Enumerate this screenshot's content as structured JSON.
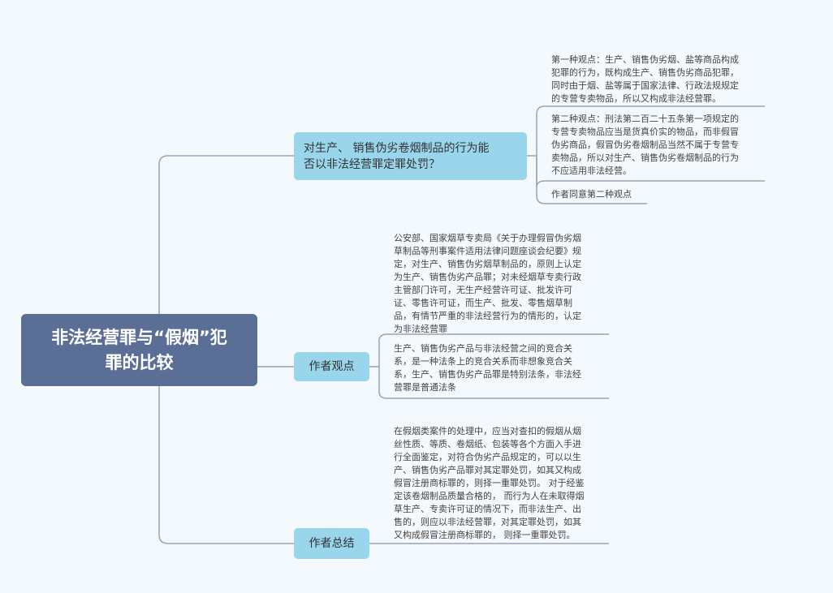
{
  "root": {
    "line1": "非法经营罪与“假烟”犯",
    "line2": "罪的比较"
  },
  "topics": {
    "t1": {
      "lines": [
        "对生产、 销售伪劣卷烟制品的行为能",
        "否以非法经营罪定罪处罚？"
      ],
      "children": [
        {
          "lines": [
            "第一种观点：生产、销售伪劣烟、盐等商品构成",
            "犯罪的行为，既构成生产、销售伪劣商品犯罪，",
            "同时由于烟、盐等属于国家法律、行政法规规定",
            "的专营专卖物品，所以又构成非法经营罪。"
          ]
        },
        {
          "lines": [
            "第二种观点：刑法第二百二十五条第一项规定的",
            "专营专卖物品应当是货真价实的物品，而非假冒",
            "伪劣商品，假冒伪劣卷烟制品当然不属于专营专",
            "卖物品，所以对生产、销售伪劣卷烟制品的行为",
            "不应适用非法经营。"
          ]
        },
        {
          "lines": [
            "作者同意第二种观点"
          ]
        }
      ]
    },
    "t2": {
      "label": "作者观点",
      "children": [
        {
          "lines": [
            "公安部、国家烟草专卖局《关于办理假冒伪劣烟",
            "草制品等刑事案件适用法律问题座谈会纪要》规",
            "定，对生产、销售伪劣烟草制品的，原则上认定",
            "为生产、销售伪劣产品罪；对未经烟草专卖行政",
            "主管部门许可，无生产经营许可证、批发许可",
            "证、零售许可证，而生产、批发、零售烟草制",
            "品，有情节严重的非法经营行为的情形的，认定",
            "为非法经营罪"
          ]
        },
        {
          "lines": [
            "生产、销售伪劣产品与非法经营之间的竞合关",
            "系，是一种法条上的竞合关系而非想象竞合关",
            "系，生产、销售伪劣产品罪是特别法条，非法经",
            "营罪是普通法条"
          ]
        }
      ]
    },
    "t3": {
      "label": "作者总结",
      "children": [
        {
          "lines": [
            "在假烟类案件的处理中，应当对查扣的假烟从烟",
            "丝性质、等质、卷烟纸、包装等各个方面入手进",
            "行全面鉴定，对符合伪劣产品规定的，可以以生",
            "产、销售伪劣产品罪对其定罪处罚，如其又构成",
            "假冒注册商标罪的，则择一重罪处罚。 对于经鉴",
            "定该卷烟制品质量合格的， 而行为人在未取得烟",
            "草生产、专卖许可证的情况下，而非法生产、出",
            "售的，则应以非法经营罪，对其定罪处罚，如其",
            "又构成假冒注册商标罪的， 则择一重罪处罚。"
          ]
        }
      ]
    }
  },
  "colors": {
    "root_bg": "#5b6e96",
    "topic_bg": "#99d6ec",
    "line": "#9aa5b1",
    "background": "#f4f9fd"
  }
}
